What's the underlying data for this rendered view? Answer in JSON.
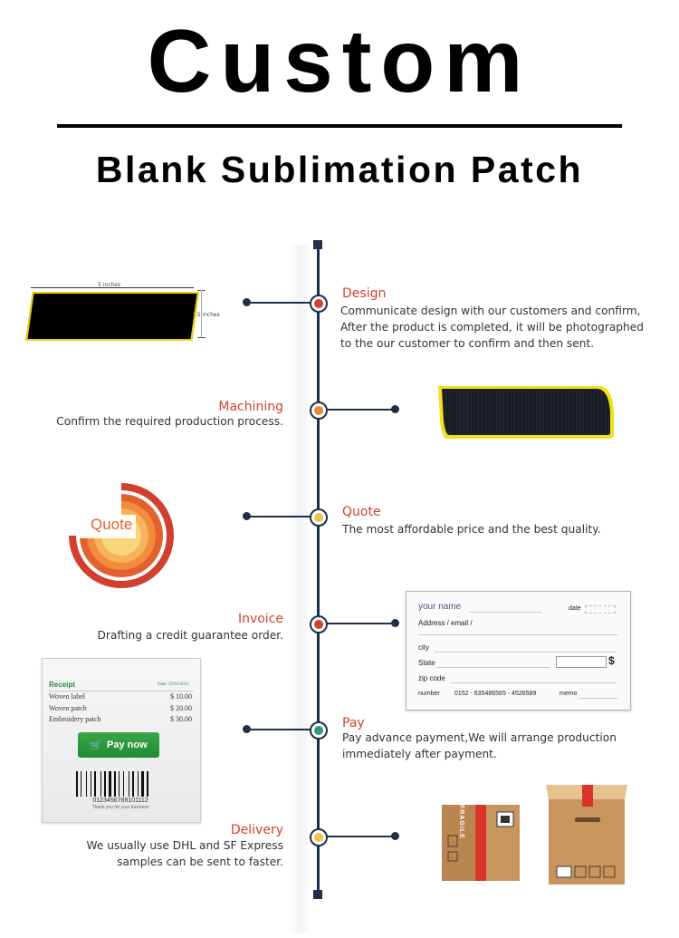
{
  "header": {
    "title": "Custom",
    "subtitle": "Blank Sublimation Patch"
  },
  "colors": {
    "spine": "#1e3047",
    "step_title": "#d0432b",
    "patch_border": "#f2d100",
    "pay_button": "#2a9a3e"
  },
  "steps": [
    {
      "title": "Design",
      "description": "Communicate design with our customers and confirm,\nAfter the product is completed, it will be photographed\nto the our customer to confirm and then sent.",
      "node_color": "#d0432b"
    },
    {
      "title": "Machining",
      "description": "Confirm the required production process.",
      "node_color": "#e8893a"
    },
    {
      "title": "Quote",
      "description": "The most affordable price and the best quality.",
      "node_color": "#f2c14e"
    },
    {
      "title": "Invoice",
      "description": "Drafting a credit guarantee order.",
      "node_color": "#d0432b"
    },
    {
      "title": "Pay",
      "description": "Pay advance payment,We will arrange production\nimmediately after payment.",
      "node_color": "#2e9a78"
    },
    {
      "title": "Delivery",
      "description": "We usually use DHL and SF Express\nsamples can be sent to faster.",
      "node_color": "#f2c14e"
    }
  ],
  "patch_dims": {
    "width": "5 inches",
    "height": "1.5 inches"
  },
  "quote_graphic": {
    "label": "Quote"
  },
  "cheque": {
    "name": "your name",
    "date": "date",
    "address": "Address / email /",
    "city": "city",
    "state": "State",
    "currency": "$",
    "zip": "zip code",
    "number_label": "number",
    "number": "0152 - 635486565 - 4526589",
    "memo": "memo"
  },
  "receipt": {
    "title": "Receipt",
    "date": "Date: 25/01/2013",
    "items": [
      {
        "name": "Woven label",
        "price": "$ 10.00"
      },
      {
        "name": "Woven patch",
        "price": "$ 20.00"
      },
      {
        "name": "Embroidery patch",
        "price": "$ 30.00"
      }
    ],
    "pay_button": "Pay now",
    "barcode_number": "0123456789101112",
    "thanks": "Thank you for your business"
  },
  "box": {
    "fragile": "FRAGILE"
  }
}
